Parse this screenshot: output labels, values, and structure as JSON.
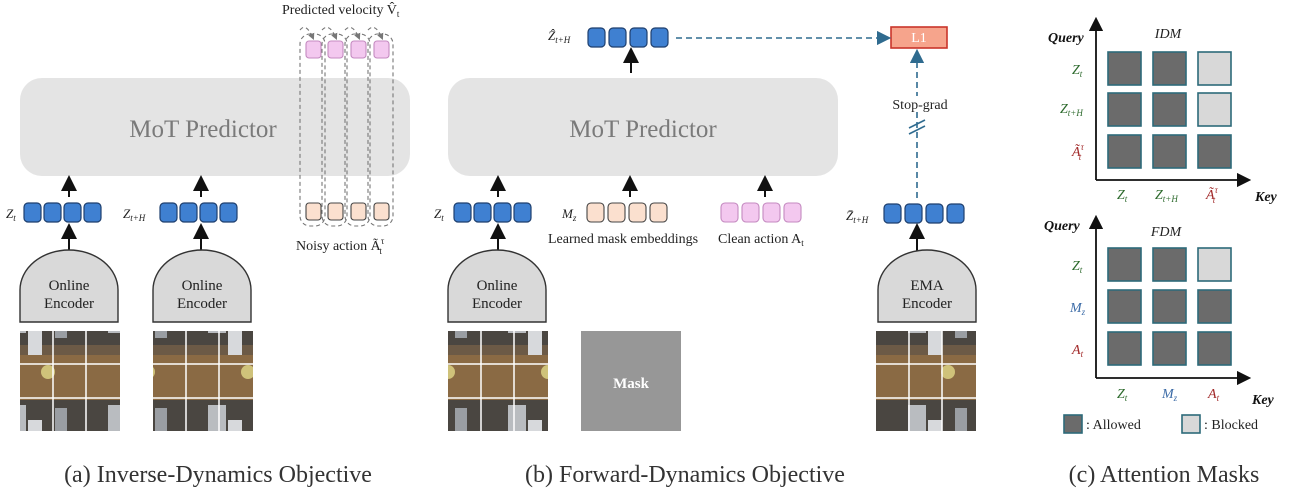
{
  "panel_a": {
    "mot_label": "MoT Predictor",
    "encoder_label_1": "Online",
    "encoder_label_2": "Encoder",
    "z_t": "Z",
    "z_t_sub": "t",
    "z_tH": "Z",
    "z_tH_sub": "t+H",
    "predicted_velocity": "Predicted velocity V̂",
    "predicted_velocity_sub": "t",
    "noisy_action": "Noisy action Ã",
    "noisy_action_sup": "τ",
    "noisy_action_sub": "t",
    "caption": "(a) Inverse-Dynamics Objective"
  },
  "panel_b": {
    "mot_label": "MoT Predictor",
    "encoder_label_1": "Online",
    "encoder_label_2": "Encoder",
    "ema_label_1": "EMA",
    "ema_label_2": "Encoder",
    "z_t": "Z",
    "z_t_sub": "t",
    "zhat": "Ẑ",
    "zhat_sub": "t+H",
    "zbar": "Z̄",
    "zbar_sub": "t+H",
    "mz": "M",
    "mz_sub": "z",
    "learned_mask": "Learned mask embeddings",
    "clean_action": "Clean action A",
    "clean_action_sub": "t",
    "mask_label": "Mask",
    "l1": "L1",
    "stop_grad": "Stop-grad",
    "caption": "(b) Forward-Dynamics Objective"
  },
  "panel_c": {
    "idm": {
      "title": "IDM",
      "query_label": "Query",
      "key_label": "Key",
      "rows": [
        "Z_t",
        "Z_t+H",
        "Ã_t^τ"
      ],
      "cols": [
        "Z_t",
        "Z_t+H",
        "Ã_t^τ"
      ],
      "grid": [
        [
          "allowed",
          "allowed",
          "blocked"
        ],
        [
          "allowed",
          "allowed",
          "blocked"
        ],
        [
          "allowed",
          "allowed",
          "allowed"
        ]
      ]
    },
    "fdm": {
      "title": "FDM",
      "query_label": "Query",
      "key_label": "Key",
      "rows": [
        "Z_t",
        "M_z",
        "A_t"
      ],
      "cols": [
        "Z_t",
        "M_z",
        "A_t"
      ],
      "grid": [
        [
          "allowed",
          "allowed",
          "blocked"
        ],
        [
          "allowed",
          "allowed",
          "allowed"
        ],
        [
          "allowed",
          "allowed",
          "allowed"
        ]
      ]
    },
    "legend_allowed": ": Allowed",
    "legend_blocked": ": Blocked",
    "caption": "(c) Attention Masks"
  },
  "colors": {
    "token_blue": "#3f80d1",
    "token_peach": "#fbe0cf",
    "token_pink": "#f3c8ef",
    "allowed": "#6b6b6b",
    "blocked": "#d8d8d8",
    "dashed_link": "#2f6b8f"
  }
}
